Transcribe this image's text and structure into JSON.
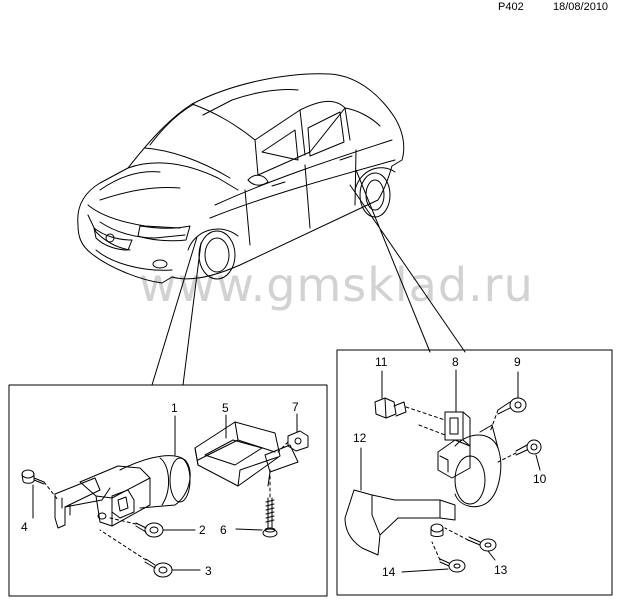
{
  "header": {
    "code": "P402",
    "date": "18/08/2010"
  },
  "watermark": "www.gmsklad.ru",
  "callouts": [
    {
      "id": "c1",
      "label": "1"
    },
    {
      "id": "c2",
      "label": "2"
    },
    {
      "id": "c3",
      "label": "3"
    },
    {
      "id": "c4",
      "label": "4"
    },
    {
      "id": "c5",
      "label": "5"
    },
    {
      "id": "c6",
      "label": "6"
    },
    {
      "id": "c7",
      "label": "7"
    },
    {
      "id": "c8",
      "label": "8"
    },
    {
      "id": "c9",
      "label": "9"
    },
    {
      "id": "c10",
      "label": "10"
    },
    {
      "id": "c11",
      "label": "11"
    },
    {
      "id": "c12",
      "label": "12"
    },
    {
      "id": "c13",
      "label": "13"
    },
    {
      "id": "c14",
      "label": "14"
    }
  ]
}
